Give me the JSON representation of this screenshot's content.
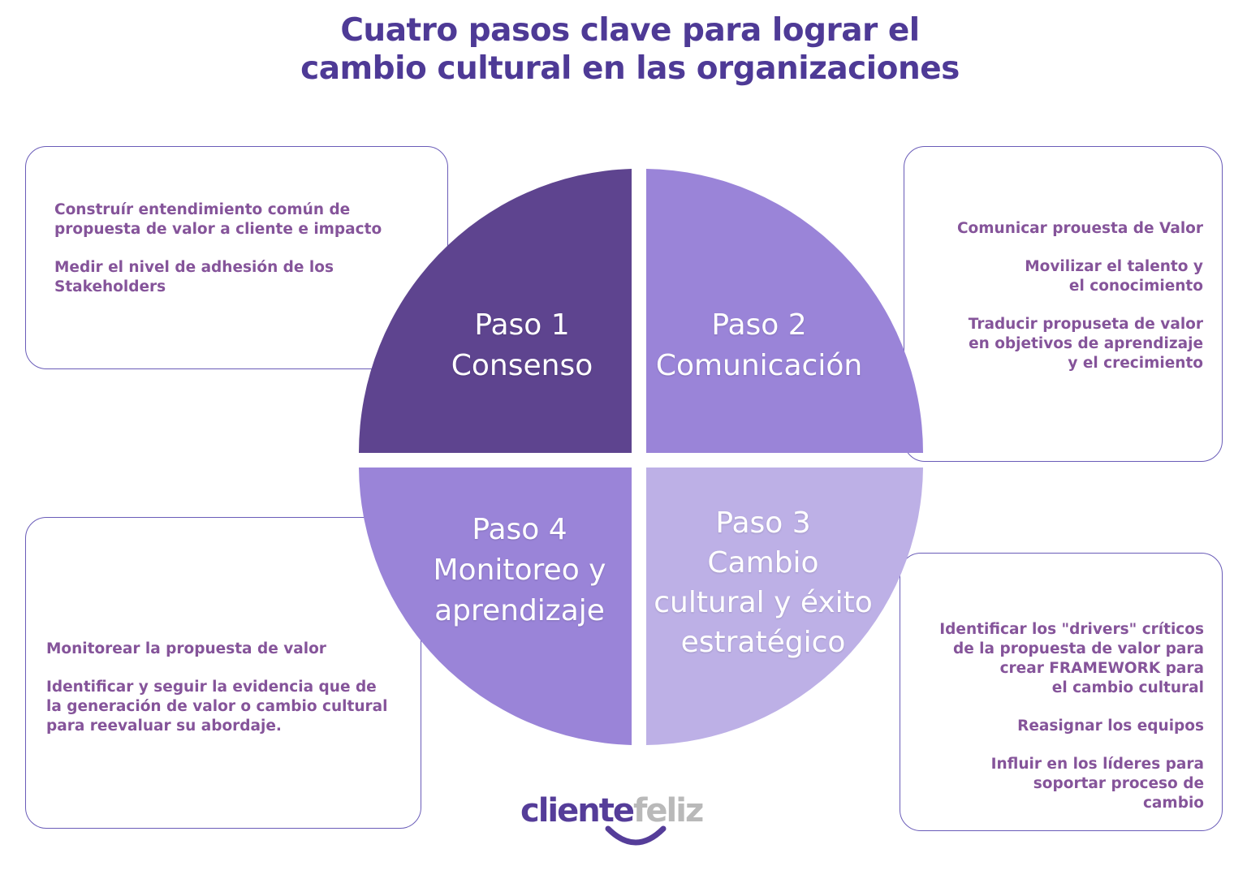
{
  "title": {
    "line1": "Cuatro pasos clave para lograr el",
    "line2": "cambio cultural en las organizaciones"
  },
  "colors": {
    "title": "#4e3a96",
    "body_text": "#85549a",
    "box_border": "#6a5cb8",
    "q1": "#5e448f",
    "q2": "#9a84d8",
    "q3": "#bdb0e6",
    "q4": "#9a84d8"
  },
  "steps": [
    {
      "step": "Paso 1",
      "name_lines": [
        "Consenso"
      ],
      "details": [
        [
          "Construír entendimiento común de",
          "propuesta de valor a cliente e impacto"
        ],
        [
          "Medir el nivel de adhesión de los",
          "Stakeholders"
        ]
      ]
    },
    {
      "step": "Paso 2",
      "name_lines": [
        "Comunicación"
      ],
      "details": [
        [
          "Comunicar prouesta de Valor"
        ],
        [
          "Movilizar el talento y",
          "el conocimiento"
        ],
        [
          "Traducir propuseta de valor",
          "en objetivos de aprendizaje",
          "y el crecimiento"
        ]
      ]
    },
    {
      "step": "Paso 3",
      "name_lines": [
        "Cambio",
        "cultural y éxito",
        "estratégico"
      ],
      "details": [
        [
          "Identificar los \"drivers\" críticos",
          "de la propuesta de valor para",
          "crear FRAMEWORK para",
          "el cambio cultural"
        ],
        [
          "Reasignar los equipos"
        ],
        [
          "Influir en los líderes para",
          "soportar proceso de",
          "cambio"
        ]
      ]
    },
    {
      "step": "Paso 4",
      "name_lines": [
        "Monitoreo y",
        "aprendizaje"
      ],
      "details": [
        [
          "Monitorear la propuesta de valor"
        ],
        [
          "Identificar y seguir la evidencia que de",
          "la generación de valor o cambio cultural",
          "para reevaluar su abordaje."
        ]
      ]
    }
  ],
  "logo": {
    "word1": "cliente",
    "word2": "feliz",
    "icon": "smile-icon"
  }
}
